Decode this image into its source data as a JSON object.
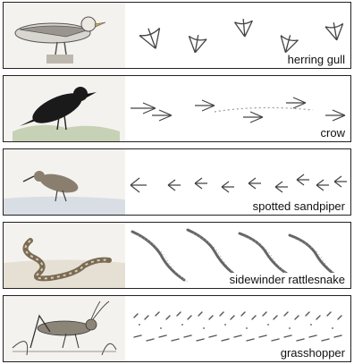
{
  "rows": [
    {
      "label": "herring gull"
    },
    {
      "label": "crow"
    },
    {
      "label": "spotted sandpiper"
    },
    {
      "label": "sidewinder rattlesnake"
    },
    {
      "label": "grasshopper"
    }
  ],
  "colors": {
    "border": "#222222",
    "ink": "#333333",
    "sketch_bg": "#f4f2ee"
  }
}
